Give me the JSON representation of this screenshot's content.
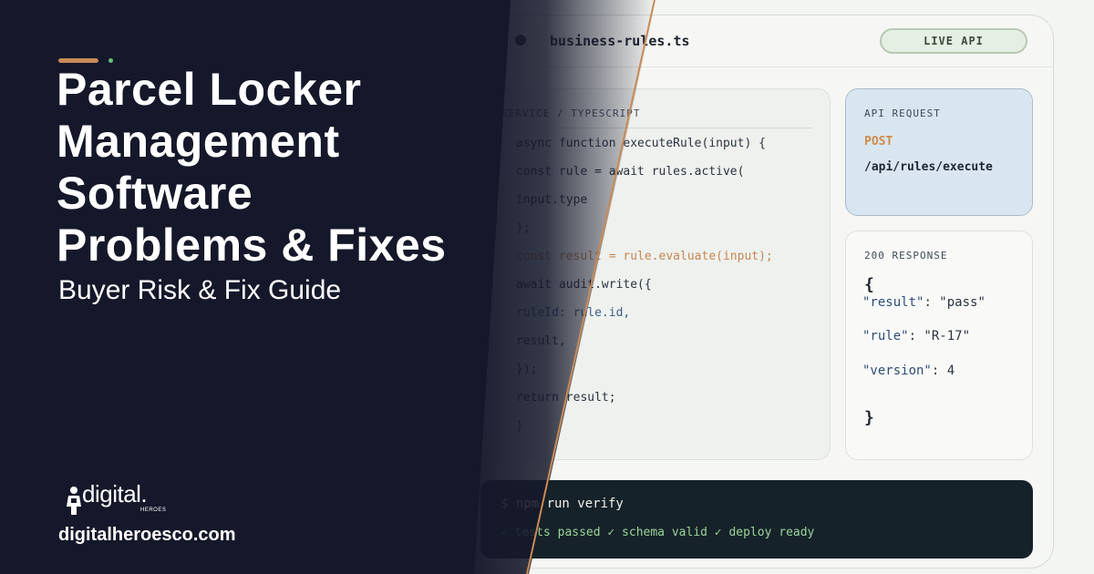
{
  "window": {
    "filename": "business-rules.ts",
    "badge": "LIVE API"
  },
  "code": {
    "label": "SERVICE / TYPESCRIPT",
    "lines": [
      "async function executeRule(input) {",
      "const rule = await rules.active(",
      "input.type",
      ");",
      "const result = rule.evaluate(input);",
      "await audit.write({",
      "ruleId: rule.id,",
      "result,",
      "});",
      "return result;",
      "}"
    ]
  },
  "api": {
    "label": "API REQUEST",
    "method": "POST",
    "path": "/api/rules/execute"
  },
  "response": {
    "label": "200 RESPONSE",
    "open": "{",
    "close": "}",
    "rows": [
      {
        "key": "\"result\"",
        "value": ": \"pass\""
      },
      {
        "key": "\"rule\"",
        "value": ": \"R-17\""
      },
      {
        "key": "\"version\"",
        "value": ": 4"
      }
    ]
  },
  "terminal": {
    "command": "$ npm run verify",
    "output": "✓ tests passed ✓ schema valid ✓ deploy ready"
  },
  "hero": {
    "title_lines": [
      "Parcel Locker",
      "Management",
      "Software",
      "Problems & Fixes"
    ],
    "subtitle": "Buyer Risk & Fix Guide"
  },
  "brand": {
    "logo_word": "digital.",
    "logo_sub": "HEROES",
    "url": "digitalheroesco.com"
  },
  "colors": {
    "dark_bg": "#15182a",
    "accent_orange": "#c98a55",
    "accent_green": "#6bbf7a",
    "post_method": "#d08a4a",
    "terminal_bg": "#162229",
    "terminal_ok": "#9ad49a"
  }
}
